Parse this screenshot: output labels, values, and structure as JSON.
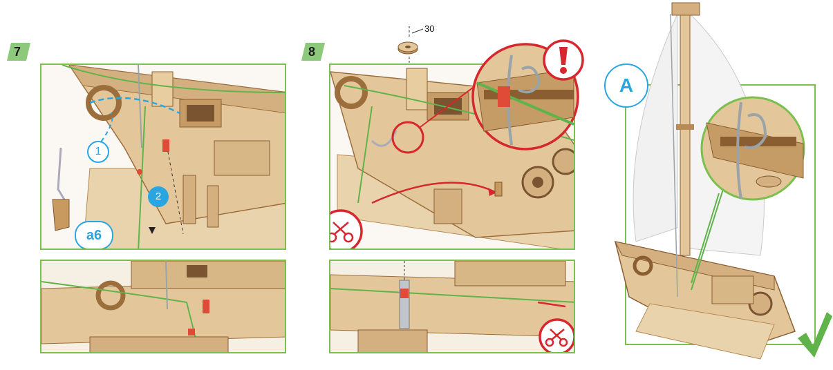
{
  "steps": [
    {
      "number": "7"
    },
    {
      "number": "8"
    }
  ],
  "callouts": {
    "c1": "1",
    "c2": "2",
    "a6": "a6",
    "A": "A"
  },
  "parts": {
    "washer": "30"
  },
  "colors": {
    "panel_border": "#7bbf4f",
    "callout_blue": "#29a6e2",
    "warning_red": "#d6262e",
    "string_green": "#5fb34a",
    "wood": "#e3c79a",
    "wood_dark": "#b88a55"
  },
  "icons": [
    "scissors-icon",
    "warning-exclamation-icon",
    "checkmark-icon"
  ]
}
